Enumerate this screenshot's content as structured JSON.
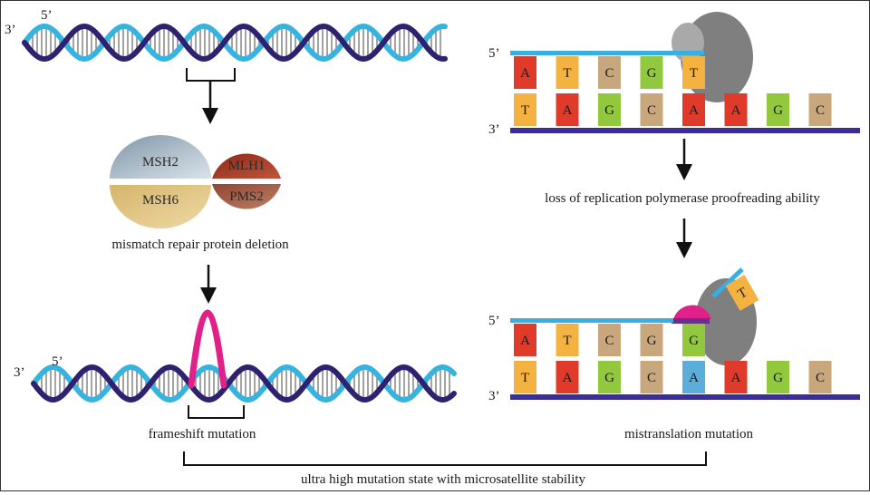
{
  "left": {
    "top_dna": {
      "end_3": "3’",
      "end_5": "5’"
    },
    "proteins": {
      "msh2": "MSH2",
      "msh6": "MSH6",
      "mlh1": "MLH1",
      "pms2": "PMS2"
    },
    "protein_caption": "mismatch repair protein deletion",
    "bottom_dna": {
      "end_3": "3’",
      "end_5": "5’"
    },
    "frameshift_caption": "frameshift mutation"
  },
  "right": {
    "top_panel": {
      "end_5": "5’",
      "end_3": "3’",
      "top_bases": [
        {
          "letter": "A",
          "color": "#e03a2a"
        },
        {
          "letter": "T",
          "color": "#f4b340"
        },
        {
          "letter": "C",
          "color": "#c9a77d"
        },
        {
          "letter": "G",
          "color": "#92c83e"
        },
        {
          "letter": "T",
          "color": "#f4b340"
        }
      ],
      "bottom_bases": [
        {
          "letter": "T",
          "color": "#f4b340"
        },
        {
          "letter": "A",
          "color": "#e03a2a"
        },
        {
          "letter": "G",
          "color": "#92c83e"
        },
        {
          "letter": "C",
          "color": "#c9a77d"
        },
        {
          "letter": "A",
          "color": "#e03a2a"
        },
        {
          "letter": "A",
          "color": "#e03a2a"
        },
        {
          "letter": "G",
          "color": "#92c83e"
        },
        {
          "letter": "C",
          "color": "#c9a77d"
        }
      ]
    },
    "loss_caption": "loss of replication polymerase proofreading ability",
    "bottom_panel": {
      "end_5": "5’",
      "end_3": "3’",
      "top_bases": [
        {
          "letter": "A",
          "color": "#e03a2a"
        },
        {
          "letter": "T",
          "color": "#f4b340"
        },
        {
          "letter": "C",
          "color": "#c9a77d"
        },
        {
          "letter": "G",
          "color": "#c9a77d"
        },
        {
          "letter": "G",
          "color": "#92c83e"
        }
      ],
      "bottom_bases": [
        {
          "letter": "T",
          "color": "#f4b340"
        },
        {
          "letter": "A",
          "color": "#e03a2a"
        },
        {
          "letter": "G",
          "color": "#92c83e"
        },
        {
          "letter": "C",
          "color": "#c9a77d"
        },
        {
          "letter": "A",
          "color": "#5aaed9"
        },
        {
          "letter": "A",
          "color": "#e03a2a"
        },
        {
          "letter": "G",
          "color": "#92c83e"
        },
        {
          "letter": "C",
          "color": "#c9a77d"
        }
      ],
      "flipped_base": {
        "letter": "T",
        "color": "#f4b340"
      }
    },
    "mistranslation_caption": "mistranslation mutation"
  },
  "bottom_caption": "ultra high mutation state with microsatellite stability",
  "colors": {
    "strand_dark": "#2d2170",
    "strand_light": "#36b4df",
    "rung": "#666666",
    "msh2": "#a6b6c3",
    "msh6": "#d8bf82",
    "mlh1": "#a33a25",
    "pms2": "#a05a44",
    "loop": "#e0218a",
    "polymerase": "#808080",
    "backbone_top": "#3aaee0",
    "backbone_bottom": "#3b2e96"
  }
}
